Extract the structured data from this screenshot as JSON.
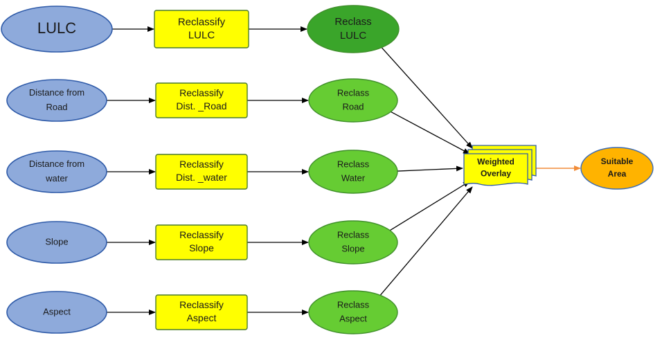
{
  "colors": {
    "input_fill": "#8eaadb",
    "input_stroke": "#2e5aa8",
    "tool_fill": "#ffff00",
    "tool_stroke": "#4a7a2a",
    "output_fill": "#66cc33",
    "output_fill_dark": "#3aa52a",
    "output_stroke": "#3f8f2a",
    "suitable_fill": "#ffb300",
    "suitable_stroke": "#3a6bb5",
    "connector": "#000000",
    "final_connector": "#f28c38"
  },
  "rows": [
    {
      "input": {
        "lines": [
          "LULC"
        ]
      },
      "tool": {
        "lines": [
          "Reclassify",
          "LULC"
        ]
      },
      "output": {
        "lines": [
          "Reclass",
          "LULC"
        ]
      }
    },
    {
      "input": {
        "lines": [
          "Distance from",
          "Road"
        ]
      },
      "tool": {
        "lines": [
          "Reclassify",
          "Dist. _Road"
        ]
      },
      "output": {
        "lines": [
          "Reclass",
          "Road"
        ]
      }
    },
    {
      "input": {
        "lines": [
          "Distance from",
          "water"
        ]
      },
      "tool": {
        "lines": [
          "Reclassify",
          "Dist. _water"
        ]
      },
      "output": {
        "lines": [
          "Reclass",
          "Water"
        ]
      }
    },
    {
      "input": {
        "lines": [
          "Slope"
        ]
      },
      "tool": {
        "lines": [
          "Reclassify",
          "Slope"
        ]
      },
      "output": {
        "lines": [
          "Reclass",
          "Slope"
        ]
      }
    },
    {
      "input": {
        "lines": [
          "Aspect"
        ]
      },
      "tool": {
        "lines": [
          "Reclassify",
          "Aspect"
        ]
      },
      "output": {
        "lines": [
          "Reclass",
          "Aspect"
        ]
      }
    }
  ],
  "overlay": {
    "lines": [
      "Weighted",
      "Overlay"
    ]
  },
  "result": {
    "lines": [
      "Suitable",
      "Area"
    ]
  }
}
